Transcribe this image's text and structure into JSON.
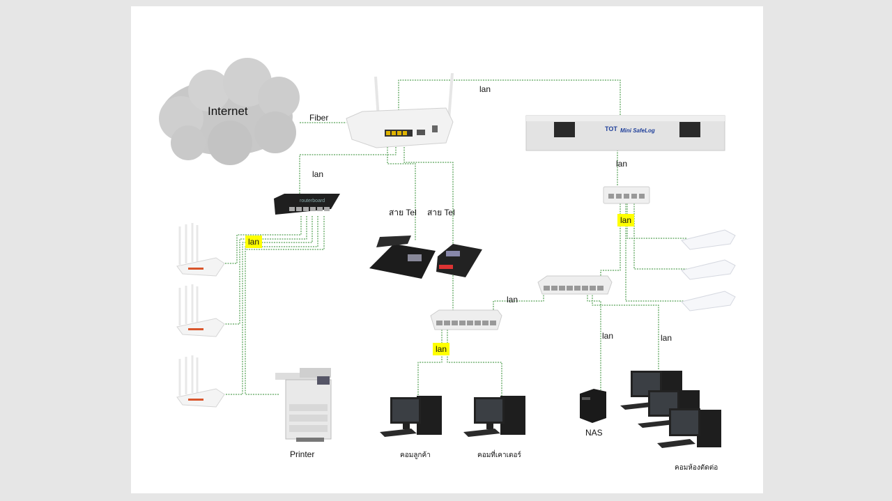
{
  "internet_label": "Internet",
  "fiber_label": "Fiber",
  "lan_label": "lan",
  "tel_label": "สาย Tel",
  "printer_label": "Printer",
  "nas_label": "NAS",
  "pc_customer_label": "คอมลูกค้า",
  "pc_counter_label": "คอมที่เคาเตอร์",
  "pc_room_label": "คอมห้องตัดต่อ",
  "appliance_brand": "Mini SafeLog",
  "router_brand": "routerboard",
  "colors": {
    "wire": "#2e8b2e",
    "highlight": "#ffff00"
  }
}
